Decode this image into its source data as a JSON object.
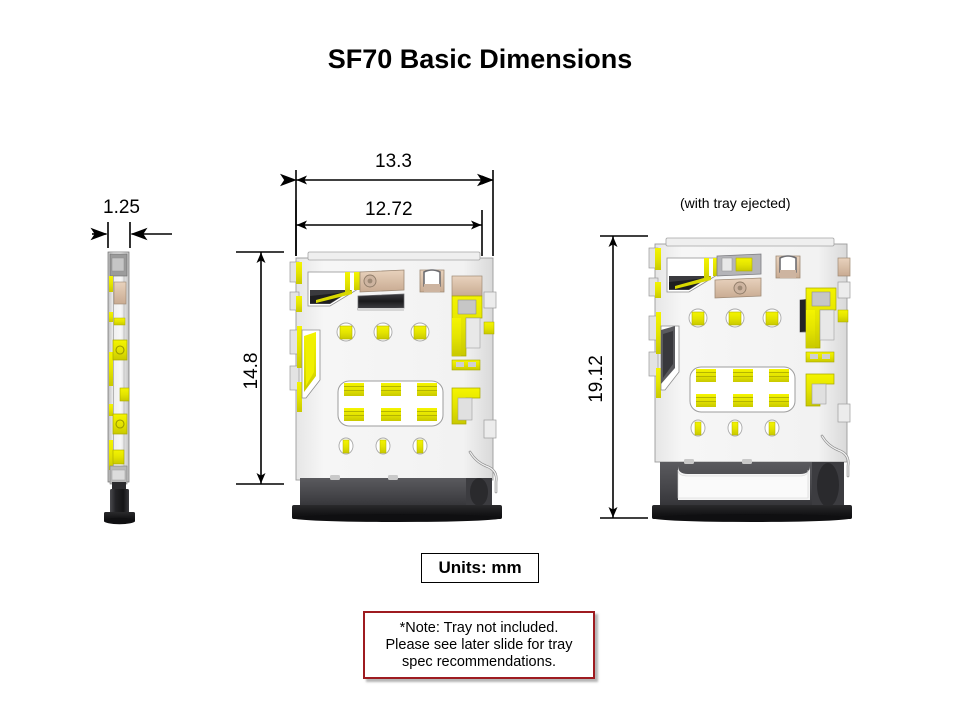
{
  "slide": {
    "title": "SF70 Basic Dimensions",
    "units_label": "Units: mm",
    "tray_ejected_label": "(with tray ejected)"
  },
  "dimensions": {
    "thickness": {
      "value": "1.25",
      "orientation": "horizontal",
      "applies_to": "side-view"
    },
    "overall_width": {
      "value": "13.3",
      "orientation": "horizontal",
      "applies_to": "front-view"
    },
    "inner_width": {
      "value": "12.72",
      "orientation": "horizontal",
      "applies_to": "front-view"
    },
    "height_closed": {
      "value": "14.8",
      "orientation": "vertical",
      "applies_to": "front-view"
    },
    "height_ejected": {
      "value": "19.12",
      "orientation": "vertical",
      "applies_to": "tray-ejected-view"
    }
  },
  "note": {
    "line1": "*Note: Tray not included.",
    "line2": "Please see later slide for tray",
    "line3": "spec recommendations."
  },
  "colors": {
    "background": "#ffffff",
    "text": "#000000",
    "note_border": "#9e1b20",
    "body_light": "#f2f2f2",
    "body_shade": "#d9d9d9",
    "contact_gold": "#ecec00",
    "contact_gold_dark": "#c8c800",
    "base_dark": "#4a4a4e",
    "base_black": "#1d1d1f",
    "tan": "#d8bfa8",
    "metal_gray": "#8a8a8e"
  },
  "views": [
    {
      "name": "side-view",
      "label": "side profile view"
    },
    {
      "name": "front-view",
      "label": "front view, tray closed"
    },
    {
      "name": "tray-ejected-view",
      "label": "front view, tray ejected"
    }
  ]
}
